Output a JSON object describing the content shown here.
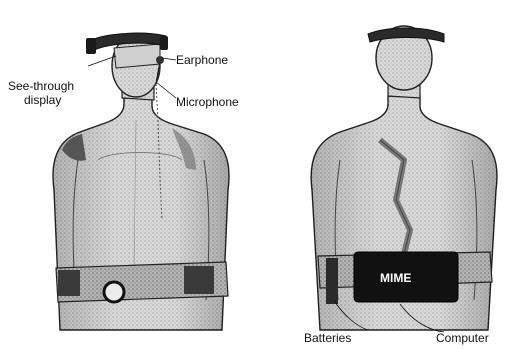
{
  "figure": {
    "labels": {
      "earphone": "Earphone",
      "display_line1": "See-through",
      "display_line2": "display",
      "microphone": "Microphone",
      "mime": "MIME",
      "batteries": "Batteries",
      "computer": "Computer"
    },
    "colors": {
      "mannequin_fill": "#d6d6d6",
      "mannequin_shade": "#9a9a9a",
      "outline": "#222222",
      "headgear": "#2a2a2a",
      "computer_box": "#111111",
      "background": "#ffffff"
    }
  }
}
